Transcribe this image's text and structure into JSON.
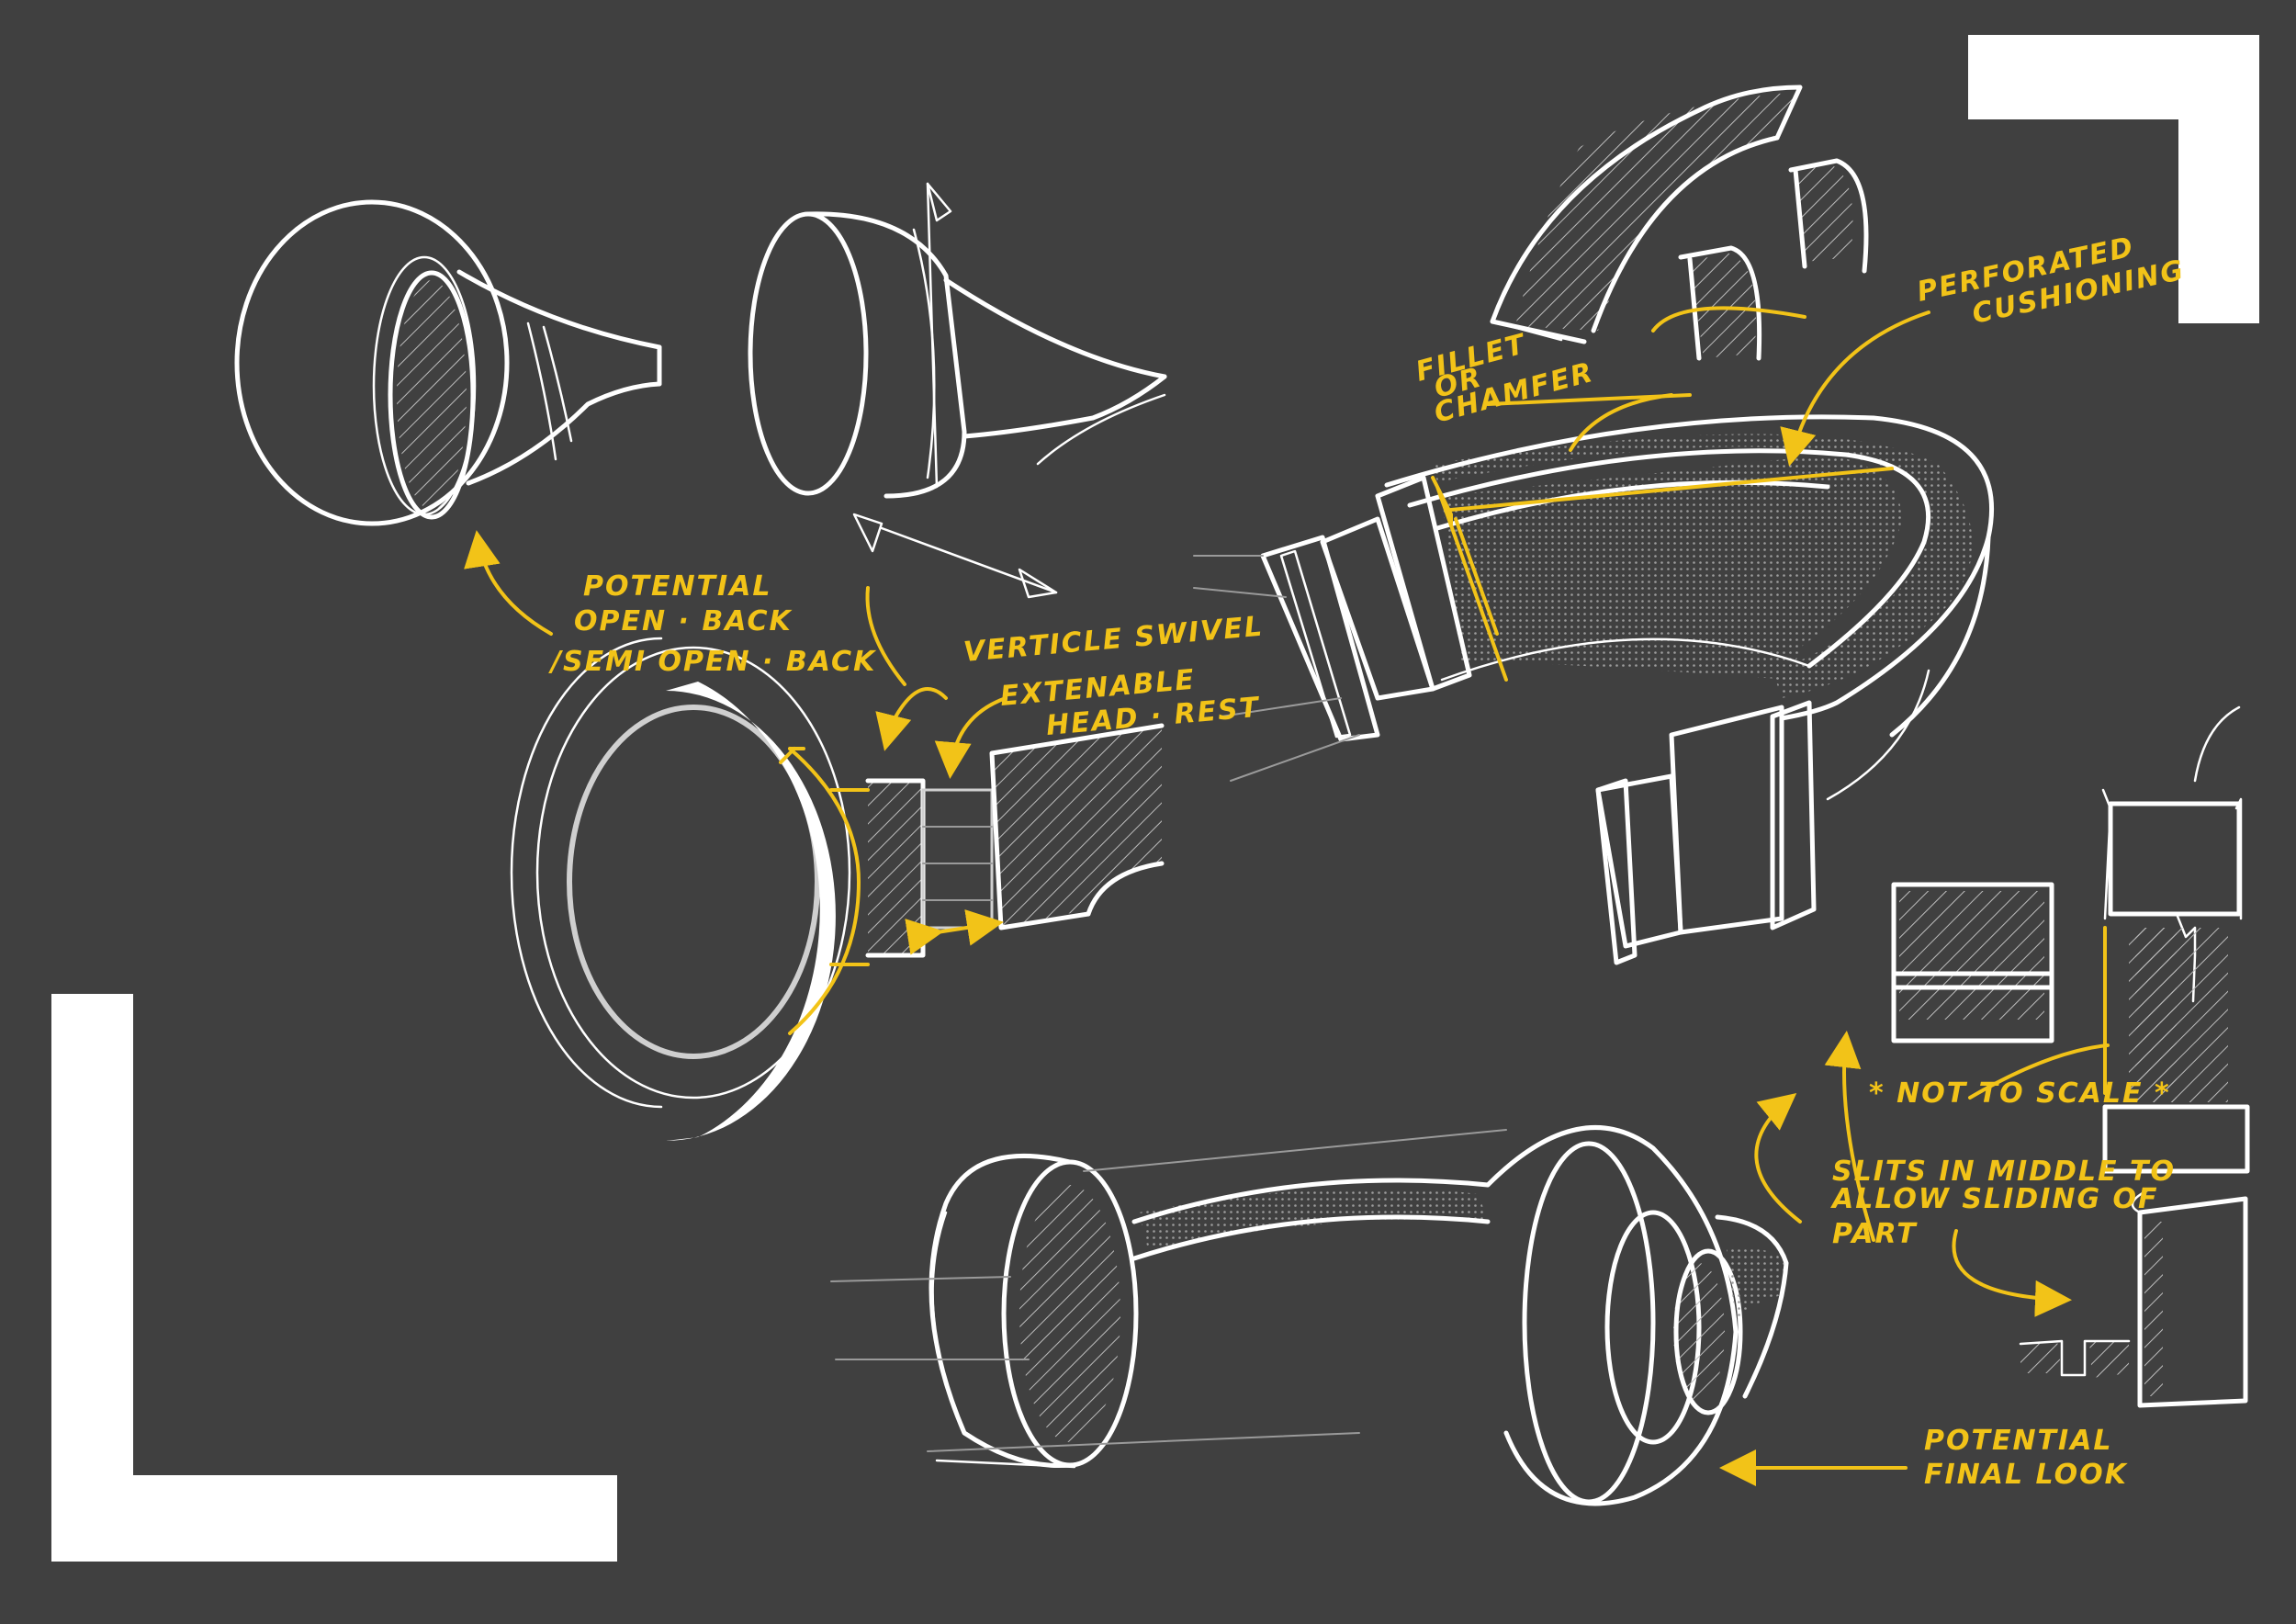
{
  "colors": {
    "background": "#404040",
    "line": "#ffffff",
    "annotation": "#f2c318"
  },
  "annotations": {
    "potential_open_back": [
      "POTENTIAL",
      "OPEN · BACK",
      "/SEMI OPEN · BACK"
    ],
    "vertical_swivel": "VERTICLE SWIVEL",
    "extendable_head_rest": [
      "EXTENABLE",
      "HEAD · REST"
    ],
    "fillet_or_chamfer": [
      "FILLET",
      "OR",
      "CHAMFER"
    ],
    "perforated_cushioning": [
      "PERFORATED",
      "CUSHIONING"
    ],
    "not_to_scale": "* NOT TO SCALE *",
    "slits_in_middle": [
      "SLITS IN MIDDLE TO",
      "ALLOW SLIDING OF",
      "PART"
    ],
    "potential_final_look": [
      "POTENTIAL",
      "FINAL LOOK"
    ]
  }
}
